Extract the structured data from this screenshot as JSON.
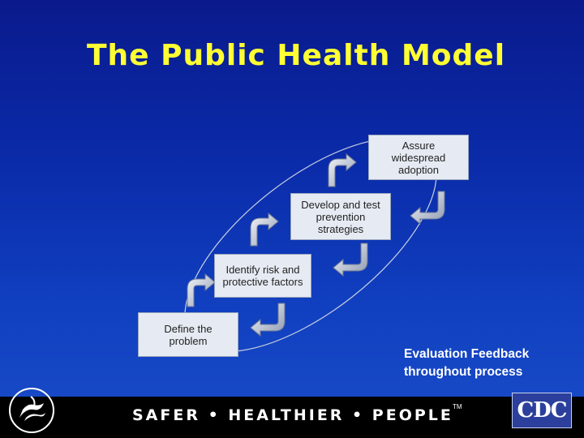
{
  "slide": {
    "title": "The Public Health Model",
    "steps": [
      {
        "label": "Define the problem"
      },
      {
        "label": "Identify risk and protective factors"
      },
      {
        "label": "Develop and test prevention strategies"
      },
      {
        "label": "Assure widespread adoption"
      }
    ],
    "feedback_line1": "Evaluation Feedback",
    "feedback_line2": "throughout process"
  },
  "footer": {
    "tagline": "SAFER • HEALTHIER • PEOPLE",
    "trademark": "TM",
    "logo_text": "CDC"
  },
  "colors": {
    "title": "#ffff33",
    "box_fill": "#e6ebf3",
    "background_top": "#0a1a8c",
    "background_bottom": "#1a4cc8"
  }
}
